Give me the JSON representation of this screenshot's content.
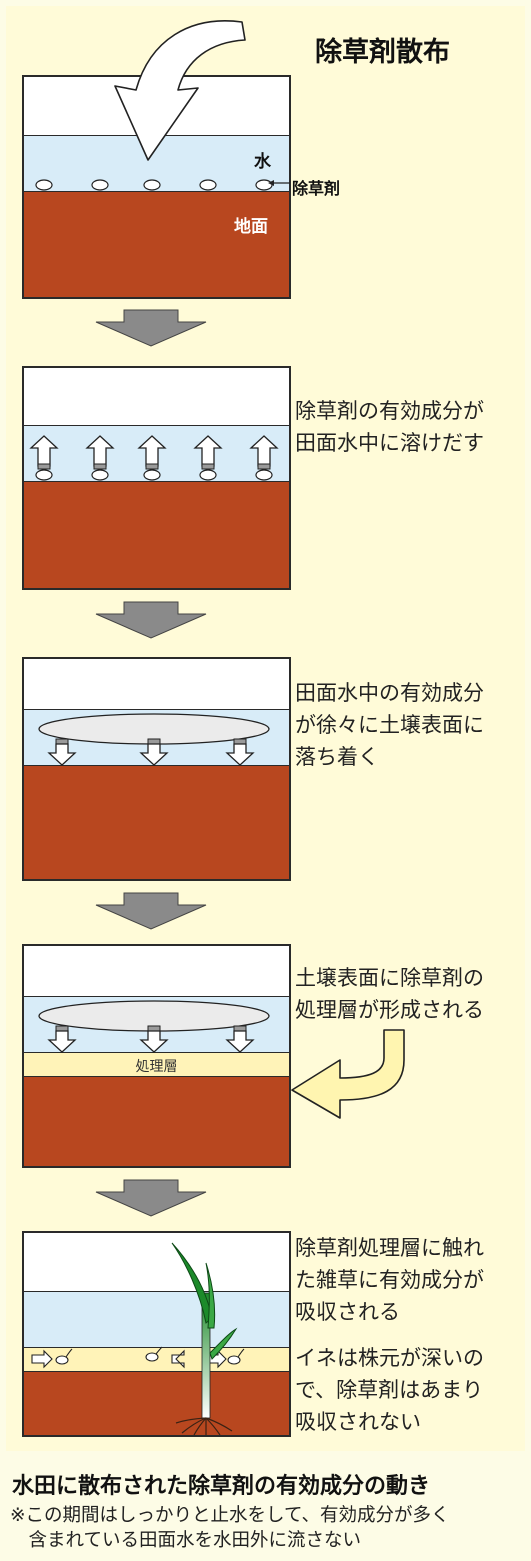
{
  "title": "除草剤散布",
  "labels": {
    "water": "水",
    "herbicide": "除草剤",
    "ground": "地面",
    "treatment_layer": "処理層"
  },
  "steps": [
    {
      "text": "除草剤の有効成分が\n田面水中に溶けだす"
    },
    {
      "text": "田面水中の有効成分\nが徐々に土壌表面に\n落ち着く"
    },
    {
      "text": "土壌表面に除草剤の\n処理層が形成される"
    },
    {
      "text": "除草剤処理層に触れ\nた雑草に有効成分が\n吸収される",
      "text2": "イネは株元が深いの\nで、除草剤はあまり\n吸収されない"
    }
  ],
  "footer": {
    "title": "水田に散布された除草剤の有効成分の動き",
    "note": "※この期間はしっかりと止水をして、有効成分が多く\n　含まれている田面水を水田外に流さない"
  },
  "colors": {
    "background": "#fffbd8",
    "water": "#d8ecf8",
    "soil": "#b8471f",
    "layer": "#fff3b8",
    "arrow_gray": "#8a8a8a",
    "curved_arrow": "#fff5b0"
  }
}
